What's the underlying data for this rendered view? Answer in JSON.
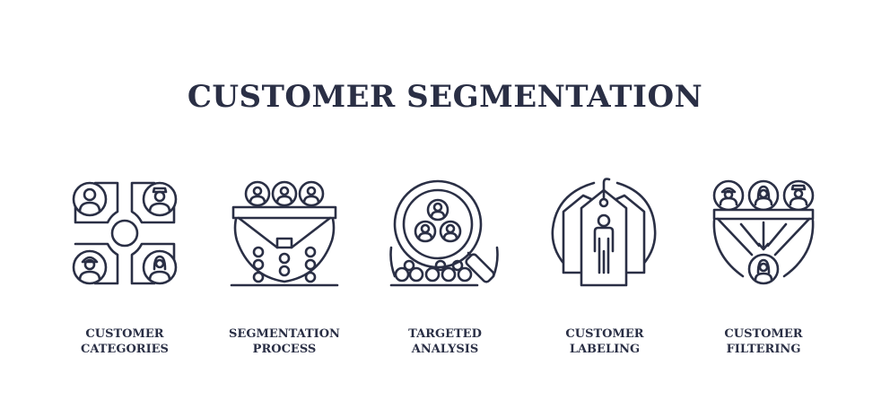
{
  "title": "CUSTOMER SEGMENTATION",
  "items": [
    {
      "line1": "CUSTOMER",
      "line2": "CATEGORIES",
      "icon": "customer-categories-icon"
    },
    {
      "line1": "SEGMENTATION",
      "line2": "PROCESS",
      "icon": "segmentation-process-icon"
    },
    {
      "line1": "TARGETED",
      "line2": "ANALYSIS",
      "icon": "targeted-analysis-icon"
    },
    {
      "line1": "CUSTOMER",
      "line2": "LABELING",
      "icon": "customer-labeling-icon"
    },
    {
      "line1": "CUSTOMER",
      "line2": "FILTERING",
      "icon": "customer-filtering-icon"
    }
  ],
  "colors": {
    "ink": "#2a2f45",
    "background": "#ffffff"
  }
}
